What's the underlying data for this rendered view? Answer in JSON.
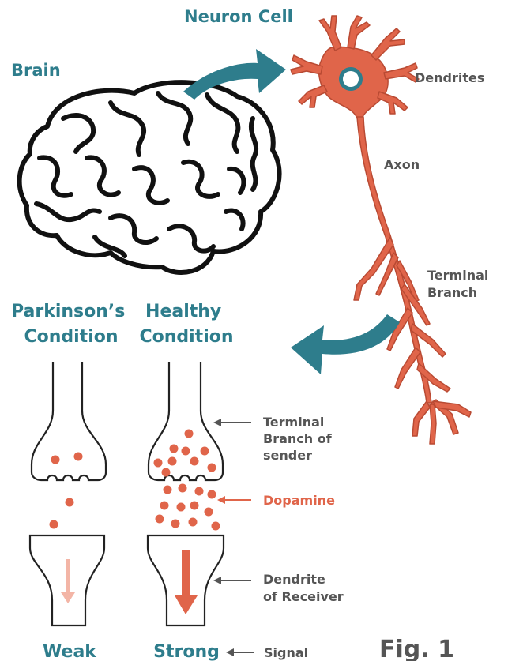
{
  "colors": {
    "teal": "#2e7d8c",
    "neuron": "#e0654a",
    "neuron_stroke": "#b94a33",
    "dark_text": "#555555",
    "dopamine": "#e0654a",
    "weak_arrow": "#f3b5a6",
    "line": "#222222"
  },
  "labels": {
    "neuron_cell": "Neuron Cell",
    "brain": "Brain",
    "dendrites": "Dendrites",
    "axon": "Axon",
    "terminal_branch": [
      "Terminal",
      "Branch"
    ],
    "parkinsons": [
      "Parkinson’s",
      "Condition"
    ],
    "healthy": [
      "Healthy",
      "Condition"
    ],
    "terminal_branch_of_sender": [
      "Terminal",
      "Branch of",
      "sender"
    ],
    "dopamine": "Dopamine",
    "dendrite_of_receiver": [
      "Dendrite",
      "of Receiver"
    ],
    "weak": "Weak",
    "strong": "Strong",
    "signal": "Signal",
    "figure": "Fig. 1"
  },
  "icons": {
    "brain": "brain-icon",
    "neuron": "neuron-icon",
    "arrow_brain_to_neuron": "curved-arrow-right-icon",
    "arrow_neuron_to_synapse": "curved-arrow-left-icon"
  }
}
